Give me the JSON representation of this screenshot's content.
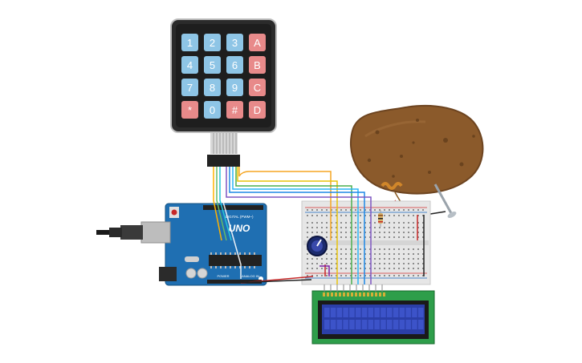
{
  "keypad": {
    "keys": [
      [
        {
          "label": "1",
          "kind": "num"
        },
        {
          "label": "2",
          "kind": "num"
        },
        {
          "label": "3",
          "kind": "num"
        },
        {
          "label": "A",
          "kind": "fn"
        }
      ],
      [
        {
          "label": "4",
          "kind": "num"
        },
        {
          "label": "5",
          "kind": "num"
        },
        {
          "label": "6",
          "kind": "num"
        },
        {
          "label": "B",
          "kind": "fn"
        }
      ],
      [
        {
          "label": "7",
          "kind": "num"
        },
        {
          "label": "8",
          "kind": "num"
        },
        {
          "label": "9",
          "kind": "num"
        },
        {
          "label": "C",
          "kind": "fn"
        }
      ],
      [
        {
          "label": "*",
          "kind": "fn"
        },
        {
          "label": "0",
          "kind": "num"
        },
        {
          "label": "#",
          "kind": "fn"
        },
        {
          "label": "D",
          "kind": "fn"
        }
      ]
    ]
  },
  "arduino": {
    "brand": "UNO",
    "subtitle": "DIGITAL (PWM~)",
    "power_label": "POWER",
    "analog_label": "ANALOG IN"
  },
  "colors": {
    "board_blue": "#1f6fb2",
    "keypad_body": "#2b2b2b",
    "key_num": "#8ec5e6",
    "key_fn": "#e88a8a",
    "breadboard": "#e9e9e9",
    "lcd_pcb": "#2e9e4a",
    "lcd_screen": "#2b3fa8",
    "potato": "#8b5a2b"
  },
  "icons": {
    "usb": "usb-connector-icon",
    "potentiometer": "potentiometer-icon",
    "resistor": "resistor-icon"
  }
}
